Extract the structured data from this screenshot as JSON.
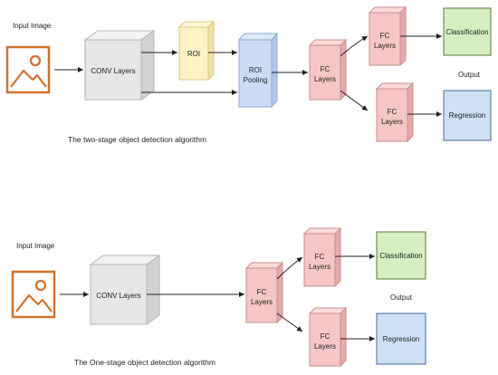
{
  "two_stage": {
    "input_label": "Input Image",
    "conv_label": "CONV Layers",
    "roi_label": "ROI",
    "roi_pool_line1": "ROI",
    "roi_pool_line2": "Pooling",
    "fc_line1": "FC",
    "fc_line2": "Layers",
    "classification": "Classification",
    "regression": "Regression",
    "output": "Output",
    "caption": "The two-stage object detection algorithm"
  },
  "one_stage": {
    "input_label": "Input Image",
    "conv_label": "CONV Layers",
    "fc_line1": "FC",
    "fc_line2": "Layers",
    "classification": "Classification",
    "regression": "Regression",
    "output": "Output",
    "caption": "The One-stage object detection algorithm"
  },
  "colors": {
    "image_icon": "#d2702a",
    "conv": "#e6e6e6",
    "roi": "#fdf2c6",
    "roi_pooling": "#c9dcf4",
    "fc": "#f6c6c6",
    "classification": "#d6eec0",
    "regression": "#cfe0f4"
  }
}
